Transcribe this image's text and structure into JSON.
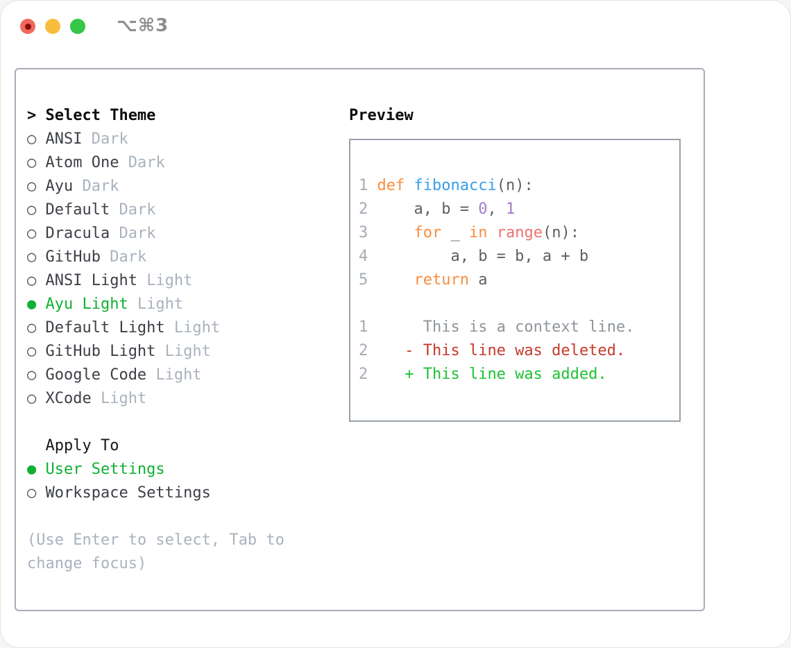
{
  "window": {
    "title": "⌥⌘3",
    "traffic_lights": [
      {
        "name": "close",
        "color": "#f0685c",
        "dot": "#850f07"
      },
      {
        "name": "minimize",
        "color": "#f7bd3c"
      },
      {
        "name": "zoom",
        "color": "#34c748"
      }
    ]
  },
  "left_panel": {
    "header_marker": ">",
    "header_label": "Select Theme",
    "radio_unselected": "○",
    "radio_selected": "●",
    "themes": [
      {
        "name": "ANSI",
        "tag": "Dark",
        "selected": false
      },
      {
        "name": "Atom One",
        "tag": "Dark",
        "selected": false
      },
      {
        "name": "Ayu",
        "tag": "Dark",
        "selected": false
      },
      {
        "name": "Default",
        "tag": "Dark",
        "selected": false
      },
      {
        "name": "Dracula",
        "tag": "Dark",
        "selected": false
      },
      {
        "name": "GitHub",
        "tag": "Dark",
        "selected": false
      },
      {
        "name": "ANSI Light",
        "tag": "Light",
        "selected": false
      },
      {
        "name": "Ayu Light",
        "tag": "Light",
        "selected": true
      },
      {
        "name": "Default Light",
        "tag": "Light",
        "selected": false
      },
      {
        "name": "GitHub Light",
        "tag": "Light",
        "selected": false
      },
      {
        "name": "Google Code",
        "tag": "Light",
        "selected": false
      },
      {
        "name": "XCode",
        "tag": "Light",
        "selected": false
      }
    ],
    "apply_to": {
      "header": "Apply To",
      "options": [
        {
          "label": "User Settings",
          "selected": true
        },
        {
          "label": "Workspace Settings",
          "selected": false
        }
      ]
    },
    "help_lines": [
      "(Use Enter to select, Tab to",
      "change focus)"
    ]
  },
  "preview": {
    "header": "Preview",
    "palette": {
      "ln": "#a3abb5",
      "kw": "#fa8d3e",
      "fn": "#399ee6",
      "num": "#a37acc",
      "call": "#f07171",
      "fg": "#5c6166",
      "ctx": "#8f959b",
      "del": "#c43a2c",
      "add": "#1ec232"
    },
    "lines": [
      {
        "segments": [
          [
            "1 ",
            "ln"
          ],
          [
            "def ",
            "kw"
          ],
          [
            "fibonacci",
            "fn"
          ],
          [
            "(n):",
            "fg"
          ]
        ]
      },
      {
        "segments": [
          [
            "2 ",
            "ln"
          ],
          [
            "    a, b = ",
            "fg"
          ],
          [
            "0",
            "num"
          ],
          [
            ", ",
            "fg"
          ],
          [
            "1",
            "num"
          ]
        ]
      },
      {
        "segments": [
          [
            "3 ",
            "ln"
          ],
          [
            "    ",
            "fg"
          ],
          [
            "for",
            "kw"
          ],
          [
            " _ ",
            "fg"
          ],
          [
            "in",
            "kw"
          ],
          [
            " ",
            "fg"
          ],
          [
            "range",
            "call"
          ],
          [
            "(n):",
            "fg"
          ]
        ]
      },
      {
        "segments": [
          [
            "4 ",
            "ln"
          ],
          [
            "        a, b = b, a + b",
            "fg"
          ]
        ]
      },
      {
        "segments": [
          [
            "5 ",
            "ln"
          ],
          [
            "    ",
            "fg"
          ],
          [
            "return",
            "kw"
          ],
          [
            " a",
            "fg"
          ]
        ]
      },
      {
        "segments": []
      },
      {
        "segments": [
          [
            "1",
            "ln"
          ],
          [
            "      This is a context line.",
            "ctx"
          ]
        ]
      },
      {
        "segments": [
          [
            "2",
            "ln"
          ],
          [
            "    ",
            "fg"
          ],
          [
            "- This line was deleted.",
            "del"
          ]
        ]
      },
      {
        "segments": [
          [
            "2",
            "ln"
          ],
          [
            "    ",
            "fg"
          ],
          [
            "+ This line was added.",
            "add"
          ]
        ]
      }
    ]
  },
  "colors": {
    "selected_green": "#10b032",
    "item_text": "#3c4046",
    "tag_text": "#a9b2bd",
    "help_text": "#a9b2bd",
    "header_text": "#0d0d0d",
    "panel_border": "#a6adb7",
    "preview_border": "#9aa1a9",
    "title_text": "#8e8e8e"
  }
}
